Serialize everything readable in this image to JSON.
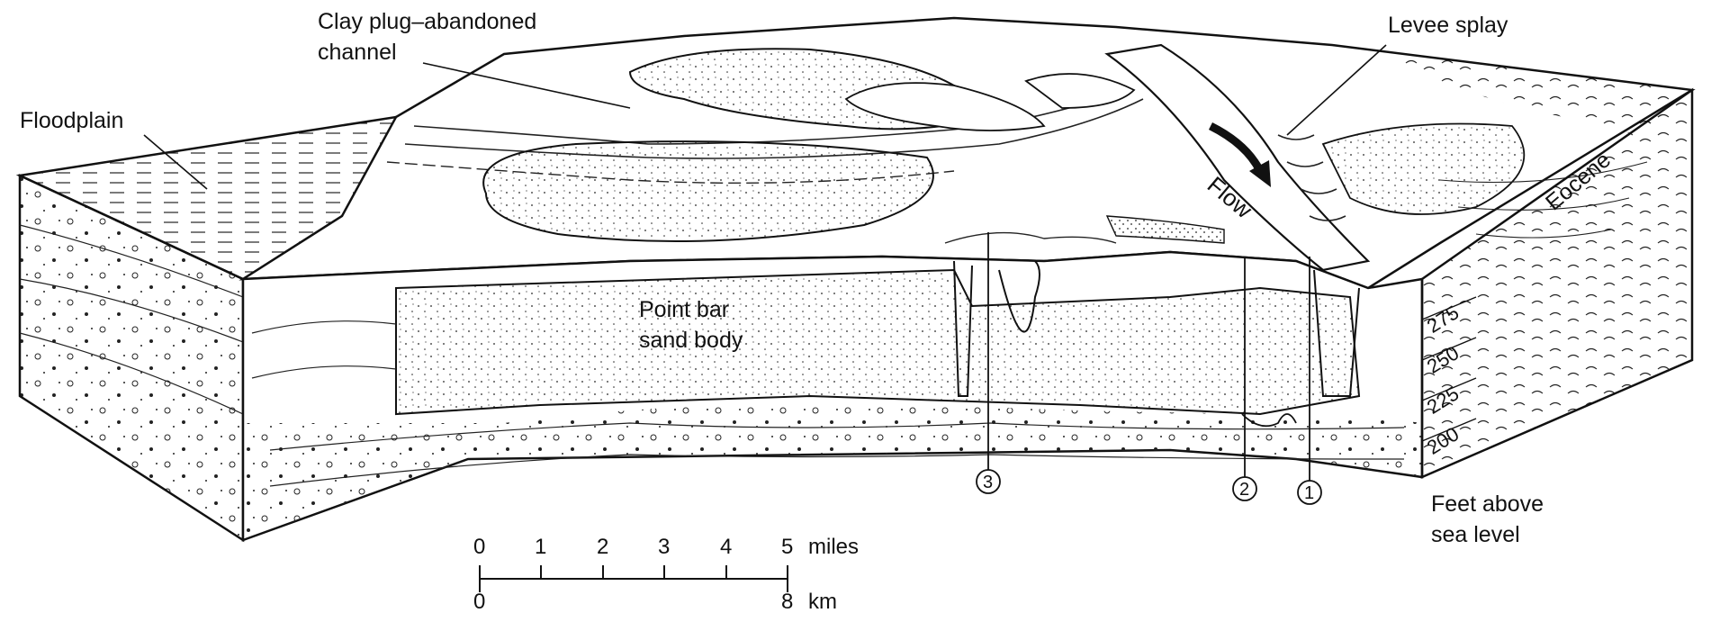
{
  "labels": {
    "clay_plug": "Clay plug–abandoned",
    "clay_plug_2": "channel",
    "levee_splay": "Levee splay",
    "floodplain": "Floodplain",
    "flow": "Flow",
    "point_bar": "Point bar",
    "point_bar_2": "sand body",
    "eocene": "Eocene",
    "feet_above": "Feet above",
    "feet_above_2": "sea level",
    "well_1": "1",
    "well_2": "2",
    "well_3": "3"
  },
  "elevations": [
    "275",
    "250",
    "225",
    "200"
  ],
  "scale": {
    "miles_ticks": [
      "0",
      "1",
      "2",
      "3",
      "4",
      "5"
    ],
    "miles_unit": "miles",
    "km_start": "0",
    "km_end": "8",
    "km_unit": "km"
  }
}
